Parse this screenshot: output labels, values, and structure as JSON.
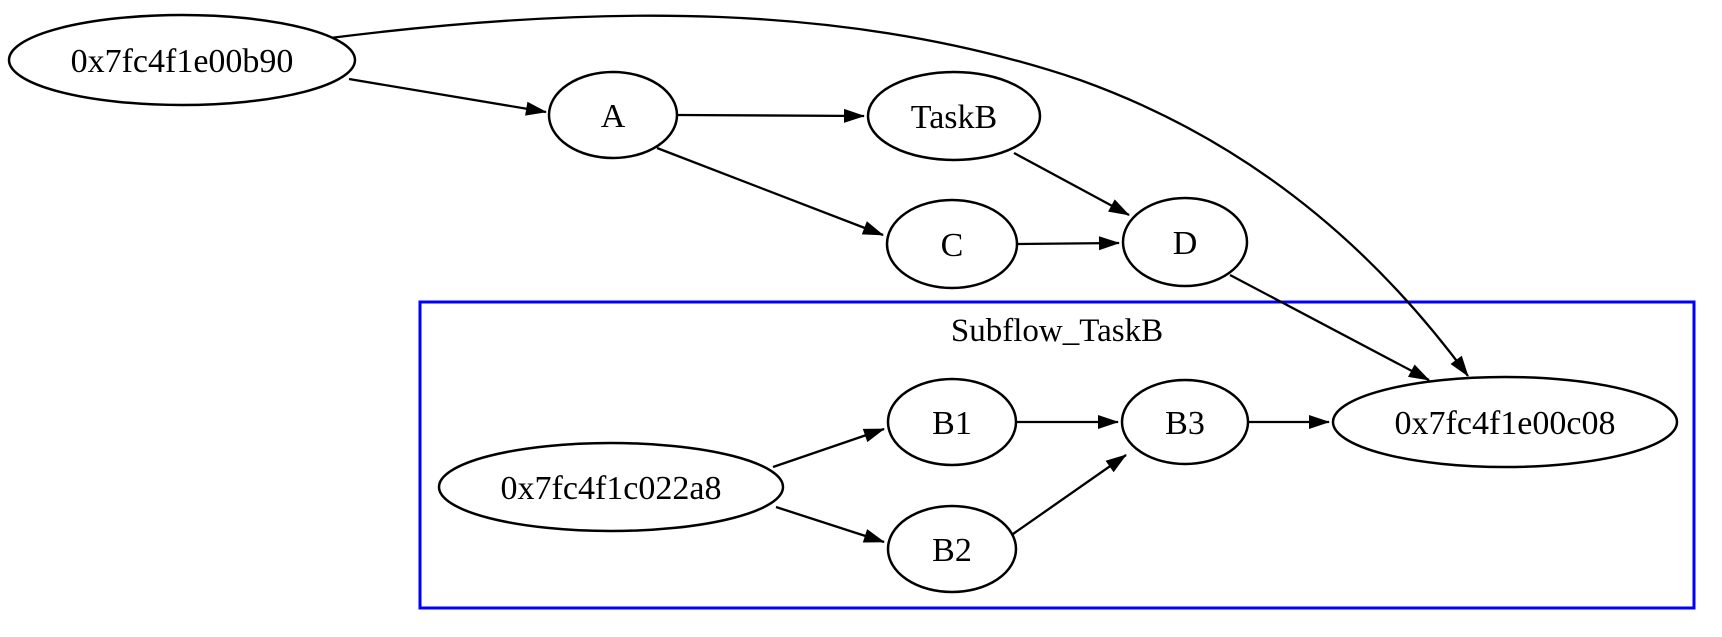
{
  "diagram": {
    "type": "directed-graph",
    "background": "#ffffff",
    "colors": {
      "node_stroke": "#000000",
      "node_fill": "#ffffff",
      "edge_stroke": "#000000",
      "text": "#000000",
      "cluster_border": "#0000ff"
    },
    "cluster": {
      "label": "Subflow_TaskB",
      "members": [
        "0x7fc4f1c022a8",
        "B1",
        "B2",
        "B3",
        "0x7fc4f1e00c08"
      ]
    },
    "nodes": {
      "b90": {
        "label": "0x7fc4f1e00b90",
        "shape": "ellipse"
      },
      "A": {
        "label": "A",
        "shape": "ellipse"
      },
      "TaskB": {
        "label": "TaskB",
        "shape": "ellipse"
      },
      "C": {
        "label": "C",
        "shape": "ellipse"
      },
      "D": {
        "label": "D",
        "shape": "ellipse"
      },
      "c022a8": {
        "label": "0x7fc4f1c022a8",
        "shape": "ellipse",
        "cluster": "Subflow_TaskB"
      },
      "B1": {
        "label": "B1",
        "shape": "ellipse",
        "cluster": "Subflow_TaskB"
      },
      "B2": {
        "label": "B2",
        "shape": "ellipse",
        "cluster": "Subflow_TaskB"
      },
      "B3": {
        "label": "B3",
        "shape": "ellipse",
        "cluster": "Subflow_TaskB"
      },
      "c08": {
        "label": "0x7fc4f1e00c08",
        "shape": "ellipse",
        "cluster": "Subflow_TaskB"
      }
    },
    "edges": [
      {
        "from": "0x7fc4f1e00b90",
        "to": "A"
      },
      {
        "from": "0x7fc4f1e00b90",
        "to": "0x7fc4f1e00c08"
      },
      {
        "from": "A",
        "to": "TaskB"
      },
      {
        "from": "A",
        "to": "C"
      },
      {
        "from": "TaskB",
        "to": "D"
      },
      {
        "from": "C",
        "to": "D"
      },
      {
        "from": "D",
        "to": "0x7fc4f1e00c08"
      },
      {
        "from": "0x7fc4f1c022a8",
        "to": "B1"
      },
      {
        "from": "0x7fc4f1c022a8",
        "to": "B2"
      },
      {
        "from": "B1",
        "to": "B3"
      },
      {
        "from": "B2",
        "to": "B3"
      },
      {
        "from": "B3",
        "to": "0x7fc4f1e00c08"
      }
    ]
  }
}
